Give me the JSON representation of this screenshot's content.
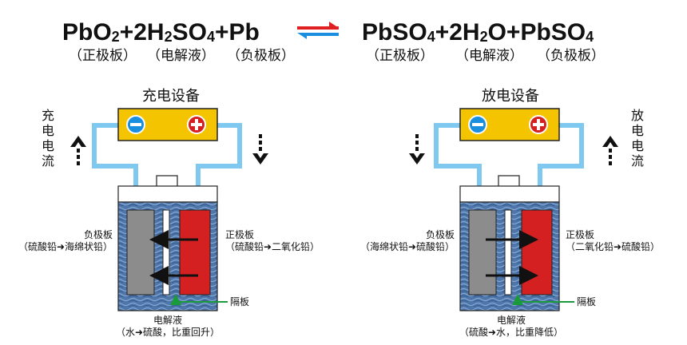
{
  "equation": {
    "left_pbo2": "PbO",
    "left_pbo2_sub": "2",
    "left_plus1": "+2H",
    "left_h2so4_sub1": "2",
    "left_so": "SO",
    "left_h2so4_sub2": "4",
    "left_plus2": "+Pb",
    "right_pbso": "PbSO",
    "right_pbso_sub": "4",
    "right_plus1": "+2H",
    "right_h2o_sub": "2",
    "right_o": "O+PbSO",
    "right_pbso2_sub": "4",
    "labels_left": [
      "（正极板）",
      "（电解液）",
      "（负极板）"
    ],
    "labels_right": [
      "（正极板）",
      "（电解液）",
      "（负极板）"
    ],
    "arrow_colors": {
      "forward": "#e02020",
      "backward": "#1a8fe0"
    }
  },
  "charging": {
    "device_label": "充电设备",
    "current_label": [
      "充",
      "电",
      "电",
      "流"
    ],
    "terminal_negative": "−",
    "terminal_positive": "+",
    "negative_plate_label": "负极板",
    "negative_plate_change": "（硫酸铅➜海绵状铅）",
    "positive_plate_label": "正极板",
    "positive_plate_change": "（硫酸铅➜二氧化铅）",
    "separator_label": "隔板",
    "electrolyte_label": "电解液",
    "electrolyte_change": "（水➜硫酸，比重回升）"
  },
  "discharging": {
    "device_label": "放电设备",
    "current_label": [
      "放",
      "电",
      "电",
      "流"
    ],
    "terminal_negative": "−",
    "terminal_positive": "+",
    "negative_plate_label": "负极板",
    "negative_plate_change": "（海绵状铅➜硫酸铅）",
    "positive_plate_label": "正极板",
    "positive_plate_change": "（二氧化铅➜硫酸铅）",
    "separator_label": "隔板",
    "electrolyte_label": "电解液",
    "electrolyte_change": "（硫酸➜水，比重降低）"
  },
  "colors": {
    "device": "#f5c400",
    "wire": "#7fc8f0",
    "electrolyte": "#5a7fb0",
    "negative_plate": "#8c8c8c",
    "positive_plate": "#d42020",
    "separator": "#ffffff",
    "terminal_negative": "#1a8fe0",
    "terminal_positive": "#d42020",
    "label_arrow": "#1a9a3a"
  }
}
